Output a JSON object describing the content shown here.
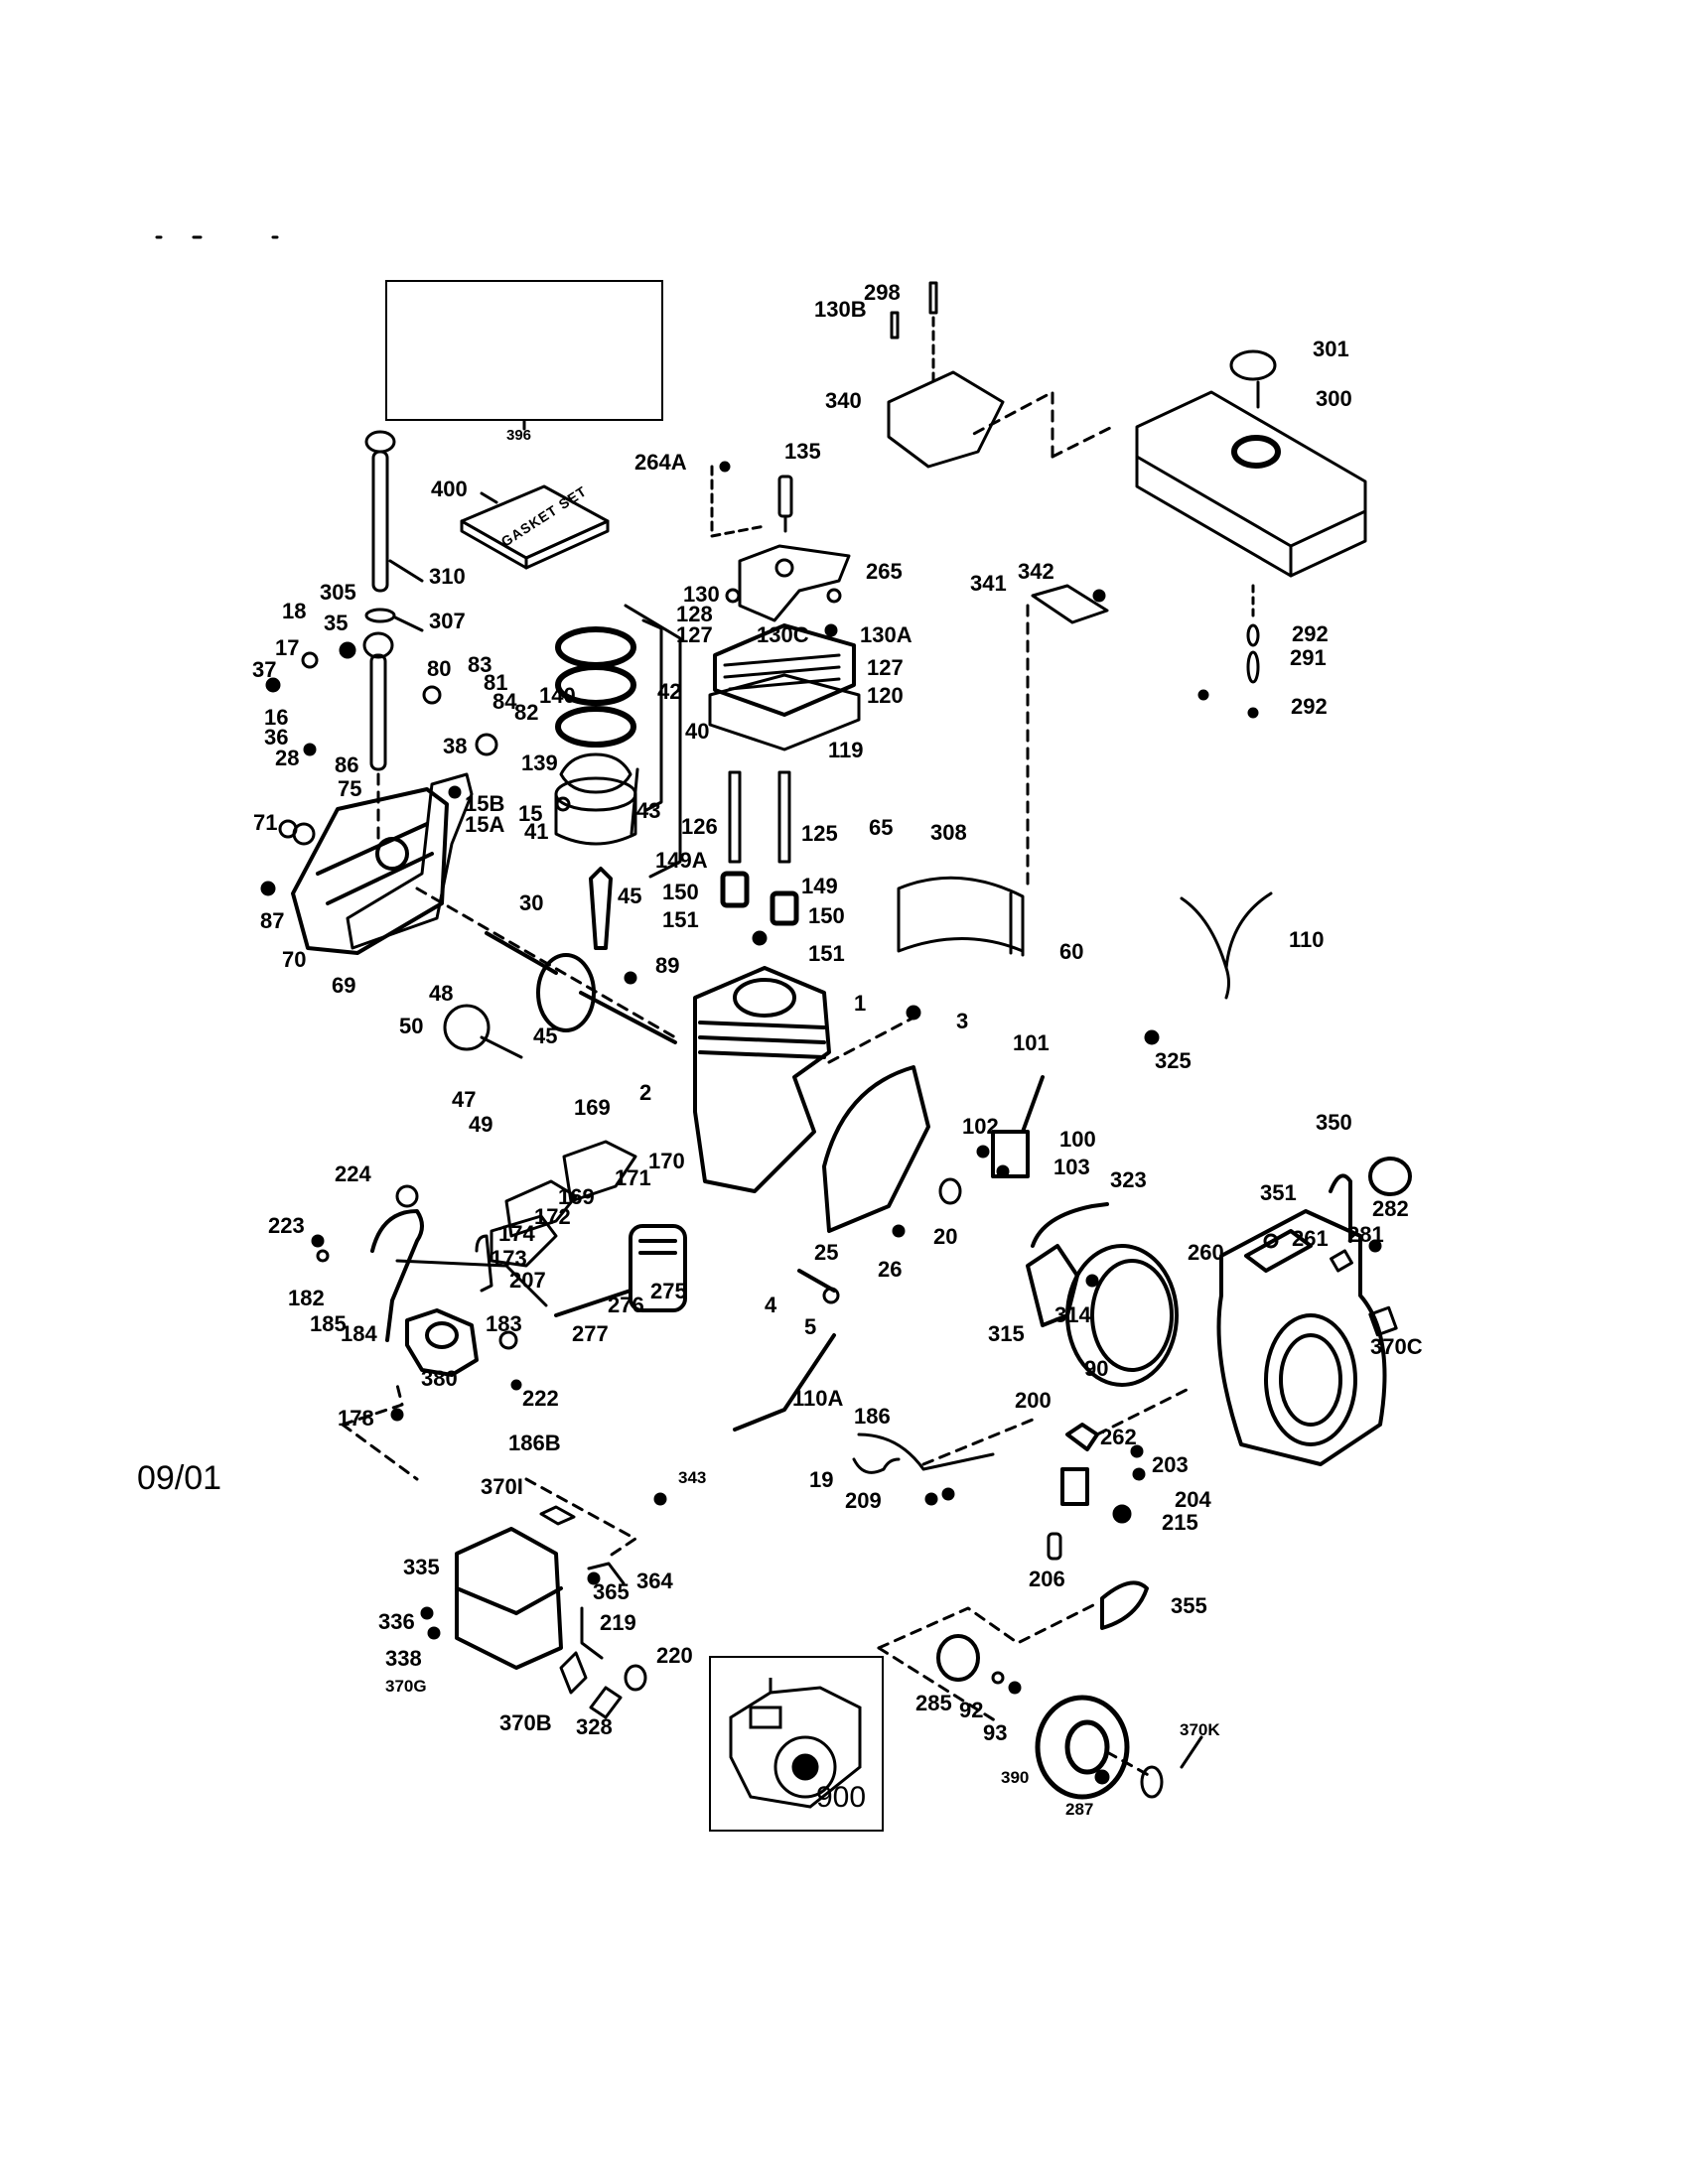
{
  "document": {
    "type": "exploded-parts-diagram",
    "date_code": "09/01",
    "gasket_set_text": "GASKET SET",
    "inset_gasket_kit_label": "396",
    "inset_engine_label": "900"
  },
  "callouts": [
    {
      "id": "298",
      "label": "298"
    },
    {
      "id": "130B",
      "label": "130B"
    },
    {
      "id": "340",
      "label": "340"
    },
    {
      "id": "301",
      "label": "301"
    },
    {
      "id": "300",
      "label": "300"
    },
    {
      "id": "264A",
      "label": "264A"
    },
    {
      "id": "135",
      "label": "135"
    },
    {
      "id": "265",
      "label": "265"
    },
    {
      "id": "400",
      "label": "400"
    },
    {
      "id": "310",
      "label": "310"
    },
    {
      "id": "305",
      "label": "305"
    },
    {
      "id": "307",
      "label": "307"
    },
    {
      "id": "130",
      "label": "130"
    },
    {
      "id": "128",
      "label": "128"
    },
    {
      "id": "127a",
      "label": "127"
    },
    {
      "id": "130C",
      "label": "130C"
    },
    {
      "id": "130A",
      "label": "130A"
    },
    {
      "id": "127b",
      "label": "127"
    },
    {
      "id": "120",
      "label": "120"
    },
    {
      "id": "119",
      "label": "119"
    },
    {
      "id": "341",
      "label": "341"
    },
    {
      "id": "342",
      "label": "342"
    },
    {
      "id": "292a",
      "label": "292"
    },
    {
      "id": "291",
      "label": "291"
    },
    {
      "id": "292b",
      "label": "292"
    },
    {
      "id": "18",
      "label": "18"
    },
    {
      "id": "35",
      "label": "35"
    },
    {
      "id": "17",
      "label": "17"
    },
    {
      "id": "37",
      "label": "37"
    },
    {
      "id": "16",
      "label": "16"
    },
    {
      "id": "36",
      "label": "36"
    },
    {
      "id": "28",
      "label": "28"
    },
    {
      "id": "86",
      "label": "86"
    },
    {
      "id": "75",
      "label": "75"
    },
    {
      "id": "71",
      "label": "71"
    },
    {
      "id": "87",
      "label": "87"
    },
    {
      "id": "70",
      "label": "70"
    },
    {
      "id": "69",
      "label": "69"
    },
    {
      "id": "80",
      "label": "80"
    },
    {
      "id": "83",
      "label": "83"
    },
    {
      "id": "81",
      "label": "81"
    },
    {
      "id": "84",
      "label": "84"
    },
    {
      "id": "82",
      "label": "82"
    },
    {
      "id": "140",
      "label": "140"
    },
    {
      "id": "139",
      "label": "139"
    },
    {
      "id": "38",
      "label": "38"
    },
    {
      "id": "15B",
      "label": "15B"
    },
    {
      "id": "15",
      "label": "15"
    },
    {
      "id": "15A",
      "label": "15A"
    },
    {
      "id": "42",
      "label": "42"
    },
    {
      "id": "40",
      "label": "40"
    },
    {
      "id": "41",
      "label": "41"
    },
    {
      "id": "43",
      "label": "43"
    },
    {
      "id": "126",
      "label": "126"
    },
    {
      "id": "125",
      "label": "125"
    },
    {
      "id": "149A",
      "label": "149A"
    },
    {
      "id": "149",
      "label": "149"
    },
    {
      "id": "150a",
      "label": "150"
    },
    {
      "id": "150b",
      "label": "150"
    },
    {
      "id": "151a",
      "label": "151"
    },
    {
      "id": "151b",
      "label": "151"
    },
    {
      "id": "65",
      "label": "65"
    },
    {
      "id": "308",
      "label": "308"
    },
    {
      "id": "60",
      "label": "60"
    },
    {
      "id": "110",
      "label": "110"
    },
    {
      "id": "30",
      "label": "30"
    },
    {
      "id": "45a",
      "label": "45"
    },
    {
      "id": "89",
      "label": "89"
    },
    {
      "id": "48",
      "label": "48"
    },
    {
      "id": "50",
      "label": "50"
    },
    {
      "id": "45b",
      "label": "45"
    },
    {
      "id": "47",
      "label": "47"
    },
    {
      "id": "49",
      "label": "49"
    },
    {
      "id": "1",
      "label": "1"
    },
    {
      "id": "3",
      "label": "3"
    },
    {
      "id": "325",
      "label": "325"
    },
    {
      "id": "101",
      "label": "101"
    },
    {
      "id": "102",
      "label": "102"
    },
    {
      "id": "100",
      "label": "100"
    },
    {
      "id": "103",
      "label": "103"
    },
    {
      "id": "323",
      "label": "323"
    },
    {
      "id": "350",
      "label": "350"
    },
    {
      "id": "351",
      "label": "351"
    },
    {
      "id": "282",
      "label": "282"
    },
    {
      "id": "261",
      "label": "261"
    },
    {
      "id": "281",
      "label": "281"
    },
    {
      "id": "260",
      "label": "260"
    },
    {
      "id": "370C",
      "label": "370C"
    },
    {
      "id": "169a",
      "label": "169"
    },
    {
      "id": "2",
      "label": "2"
    },
    {
      "id": "170",
      "label": "170"
    },
    {
      "id": "171",
      "label": "171"
    },
    {
      "id": "169b",
      "label": "169"
    },
    {
      "id": "172",
      "label": "172"
    },
    {
      "id": "174",
      "label": "174"
    },
    {
      "id": "173",
      "label": "173"
    },
    {
      "id": "207",
      "label": "207"
    },
    {
      "id": "224",
      "label": "224"
    },
    {
      "id": "223",
      "label": "223"
    },
    {
      "id": "182",
      "label": "182"
    },
    {
      "id": "185",
      "label": "185"
    },
    {
      "id": "184",
      "label": "184"
    },
    {
      "id": "380",
      "label": "380"
    },
    {
      "id": "183",
      "label": "183"
    },
    {
      "id": "222",
      "label": "222"
    },
    {
      "id": "178",
      "label": "178"
    },
    {
      "id": "186B",
      "label": "186B"
    },
    {
      "id": "275",
      "label": "275"
    },
    {
      "id": "276",
      "label": "276"
    },
    {
      "id": "277",
      "label": "277"
    },
    {
      "id": "4",
      "label": "4"
    },
    {
      "id": "5",
      "label": "5"
    },
    {
      "id": "25",
      "label": "25"
    },
    {
      "id": "26",
      "label": "26"
    },
    {
      "id": "20",
      "label": "20"
    },
    {
      "id": "315",
      "label": "315"
    },
    {
      "id": "314",
      "label": "314"
    },
    {
      "id": "90",
      "label": "90"
    },
    {
      "id": "110A",
      "label": "110A"
    },
    {
      "id": "186",
      "label": "186"
    },
    {
      "id": "200",
      "label": "200"
    },
    {
      "id": "262",
      "label": "262"
    },
    {
      "id": "203",
      "label": "203"
    },
    {
      "id": "204",
      "label": "204"
    },
    {
      "id": "215",
      "label": "215"
    },
    {
      "id": "19",
      "label": "19"
    },
    {
      "id": "209",
      "label": "209"
    },
    {
      "id": "206",
      "label": "206"
    },
    {
      "id": "343",
      "label": "343"
    },
    {
      "id": "370I",
      "label": "370I"
    },
    {
      "id": "335",
      "label": "335"
    },
    {
      "id": "364",
      "label": "364"
    },
    {
      "id": "365",
      "label": "365"
    },
    {
      "id": "336",
      "label": "336"
    },
    {
      "id": "219",
      "label": "219"
    },
    {
      "id": "338",
      "label": "338"
    },
    {
      "id": "220",
      "label": "220"
    },
    {
      "id": "370G",
      "label": "370G"
    },
    {
      "id": "370B",
      "label": "370B"
    },
    {
      "id": "328",
      "label": "328"
    },
    {
      "id": "355",
      "label": "355"
    },
    {
      "id": "285",
      "label": "285"
    },
    {
      "id": "92",
      "label": "92"
    },
    {
      "id": "93",
      "label": "93"
    },
    {
      "id": "390",
      "label": "390"
    },
    {
      "id": "287",
      "label": "287"
    },
    {
      "id": "370K",
      "label": "370K"
    }
  ]
}
